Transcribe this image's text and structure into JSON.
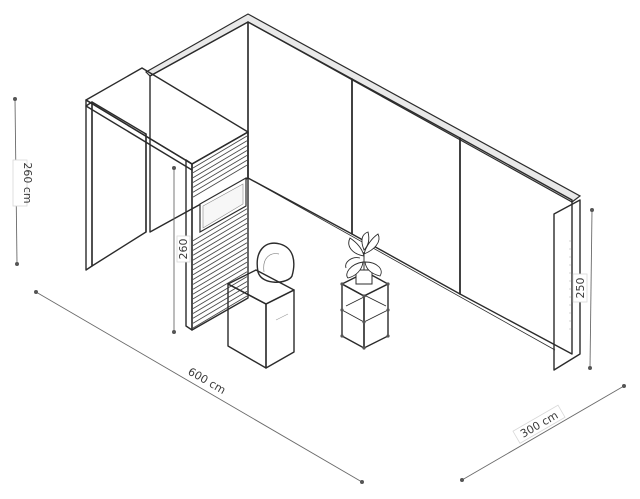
{
  "dimensions": {
    "height_left": "260 cm",
    "height_tower": "260",
    "height_right": "250",
    "length": "600 cm",
    "depth": "300 cm"
  }
}
